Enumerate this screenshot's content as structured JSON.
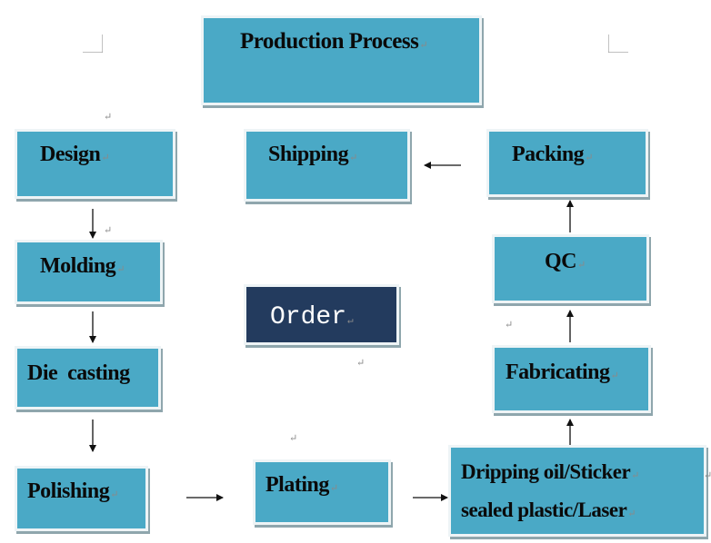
{
  "title": "Production Process",
  "paragraph_mark": "↵",
  "order": {
    "label": "Order"
  },
  "steps": {
    "design": "Design",
    "molding": "Molding",
    "die_casting": "Die  casting",
    "polishing": "Polishing",
    "plating": "Plating",
    "dripping_line1": "Dripping oil/Sticker",
    "dripping_line2": "sealed plastic/Laser",
    "fabricating": "Fabricating",
    "qc": "QC",
    "packing": "Packing",
    "shipping": "Shipping"
  },
  "colors": {
    "box_fill": "#4aa9c6",
    "order_fill": "#233b5e",
    "text": "#0a0a0a"
  },
  "flow": [
    [
      "Design",
      "Molding"
    ],
    [
      "Molding",
      "Die  casting"
    ],
    [
      "Die  casting",
      "Polishing"
    ],
    [
      "Polishing",
      "Plating"
    ],
    [
      "Plating",
      "Dripping oil/Sticker sealed plastic/Laser"
    ],
    [
      "Dripping oil/Sticker sealed plastic/Laser",
      "Fabricating"
    ],
    [
      "Fabricating",
      "QC"
    ],
    [
      "QC",
      "Packing"
    ],
    [
      "Packing",
      "Shipping"
    ]
  ]
}
